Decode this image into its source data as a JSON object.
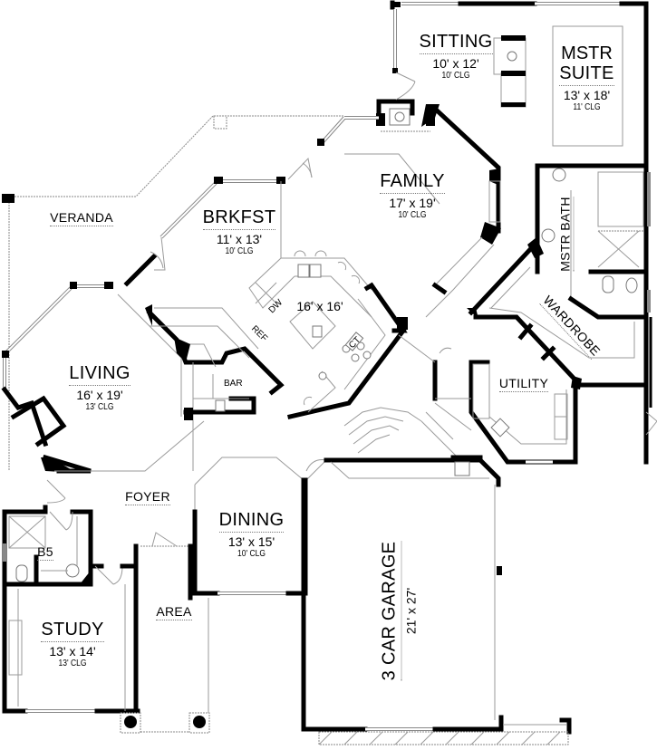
{
  "plan": {
    "type": "floor-plan",
    "rooms": [
      {
        "id": "sitting",
        "name": "SITTING",
        "dimensions": "10' x 12'",
        "ceiling": "10' CLG"
      },
      {
        "id": "mstr-suite",
        "name_line1": "MSTR",
        "name_line2": "SUITE",
        "dimensions": "13' x 18'",
        "ceiling": "11' CLG"
      },
      {
        "id": "family",
        "name": "FAMILY",
        "dimensions": "17' x 19'",
        "ceiling": "10' CLG"
      },
      {
        "id": "brkfst",
        "name": "BRKFST",
        "dimensions": "11' x 13'",
        "ceiling": "10' CLG"
      },
      {
        "id": "veranda",
        "name": "VERANDA"
      },
      {
        "id": "kitchen",
        "dimensions": "16' x 16'"
      },
      {
        "id": "living",
        "name": "LIVING",
        "dimensions": "16' x 19'",
        "ceiling": "13' CLG"
      },
      {
        "id": "bar",
        "name": "BAR"
      },
      {
        "id": "mstr-bath",
        "name": "MSTR BATH"
      },
      {
        "id": "wardrobe",
        "name": "WARDROBE"
      },
      {
        "id": "utility",
        "name": "UTILITY"
      },
      {
        "id": "foyer",
        "name": "FOYER"
      },
      {
        "id": "dining",
        "name": "DINING",
        "dimensions": "13' x 15'",
        "ceiling": "10' CLG"
      },
      {
        "id": "b5",
        "name": "B5"
      },
      {
        "id": "study",
        "name": "STUDY",
        "dimensions": "13' x 14'",
        "ceiling": "13' CLG"
      },
      {
        "id": "area",
        "name": "AREA"
      },
      {
        "id": "garage",
        "name": "3 CAR GARAGE",
        "dimensions": "21' x 27'"
      }
    ],
    "fixtures": {
      "dishwasher": "DW",
      "refrigerator": "REF",
      "cooktop": "CT"
    }
  }
}
